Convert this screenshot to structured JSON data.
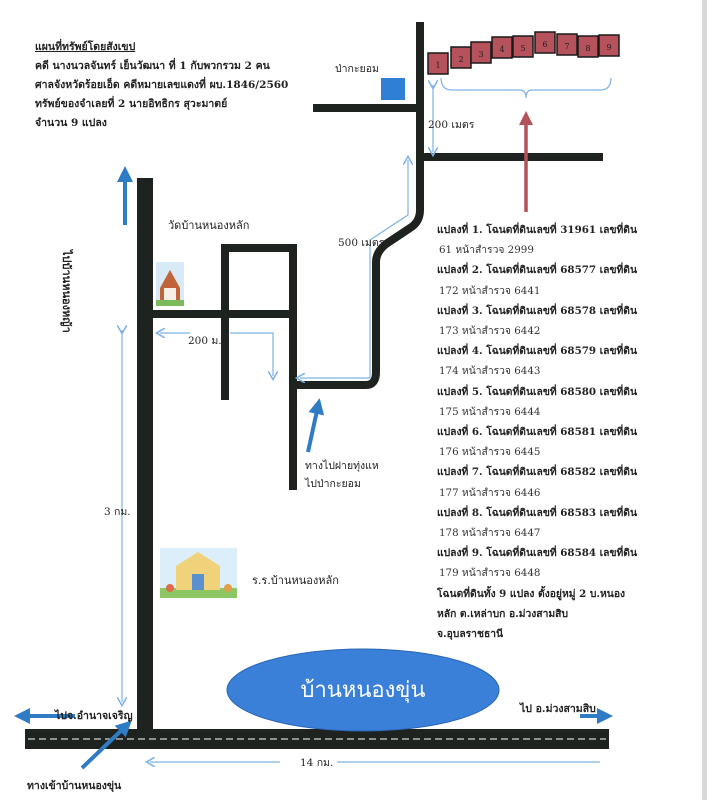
{
  "header": {
    "title": "แผนที่ทรัพย์โดยสังเขป",
    "lines": [
      "คดี  นางนวลจันทร์  เย็นวัฒนา  ที่ 1 กับพวกรวม 2 คน",
      "ศาลจังหวัดร้อยเอ็ด  คดีหมายเลขแดงที่  ผบ.1846/2560",
      "ทรัพย์ของจำเลยที่ 2 นายอิทธิกร  สุวะมาตย์",
      "จำนวน 9 แปลง"
    ]
  },
  "plots": [
    "1",
    "2",
    "3",
    "4",
    "5",
    "6",
    "7",
    "8",
    "9"
  ],
  "labels": {
    "pa_ka_yom": "ป่ากะยอม",
    "dist_200m_top": "200 เมตร",
    "dist_500m": "500 เมตร",
    "dist_200m_left": "200  ม.",
    "dist_3km": "3  กม.",
    "dist_14km": "14  กม.",
    "temple": "วัดบ้านหนองหลัก",
    "school": "ร.ร.บ้านหนองหลัก",
    "to_north": "ไปบ้านหนองหญ้า",
    "route_to_pa": "ทางไปฝายทุ่งแห",
    "route_to_pa2": "ไปป่ากะยอม",
    "to_amnat": "ไปจ.อำนาจเจริญ",
    "to_muang": "ไป อ.ม่วงสามสิบ",
    "entrance": "ทางเข้าบ้านหนองขุ่น",
    "village": "บ้านหนองขุ่น"
  },
  "deeds": [
    {
      "line1": "แปลงที่ 1. โฉนดที่ดินเลขที่  31961  เลขที่ดิน",
      "line2": "61 หน้าสำรวจ 2999"
    },
    {
      "line1": "แปลงที่ 2. โฉนดที่ดินเลขที่ 68577  เลขที่ดิน",
      "line2": "172 หน้าสำรวจ 6441"
    },
    {
      "line1": "แปลงที่ 3. โฉนดที่ดินเลขที่ 68578 เลขที่ดิน",
      "line2": "173 หน้าสำรวจ 6442"
    },
    {
      "line1": "แปลงที่ 4. โฉนดที่ดินเลขที่ 68579 เลขที่ดิน",
      "line2": "174  หน้าสำรวจ 6443"
    },
    {
      "line1": "แปลงที่ 5. โฉนดที่ดินเลขที่ 68580  เลขที่ดิน",
      "line2": "175  หน้าสำรวจ  6444"
    },
    {
      "line1": "แปลงที่ 6. โฉนดที่ดินเลขที่ 68581  เลขที่ดิน",
      "line2": "176  หน้าสำรวจ 6445"
    },
    {
      "line1": "แปลงที่ 7. โฉนดที่ดินเลขที่ 68582   เลขที่ดิน",
      "line2": "177  หน้าสำรวจ 6446"
    },
    {
      "line1": "แปลงที่ 8. โฉนดที่ดินเลขที่ 68583  เลขที่ดิน",
      "line2": "178  หน้าสำรวจ 6447"
    },
    {
      "line1": "แปลงที่ 9. โฉนดที่ดินเลขที่ 68584  เลขที่ดิน",
      "line2": "179  หน้าสำรวจ 6448"
    }
  ],
  "footer_lines": [
    "โฉนดที่ดินทั้ง 9 แปลง  ตั้งอยู่หมู่ 2  บ.หนอง",
    "หลัก  ต.เหล่าบก  อ.ม่วงสามสิบ",
    "จ.อุบลราชธานี"
  ],
  "colors": {
    "road": "#1f2320",
    "plot": "#b5525c",
    "lake": "#3a7fd8",
    "arrow": "#2f7bc4",
    "guide": "#7fb2e5",
    "red_arrow": "#b3525a"
  }
}
